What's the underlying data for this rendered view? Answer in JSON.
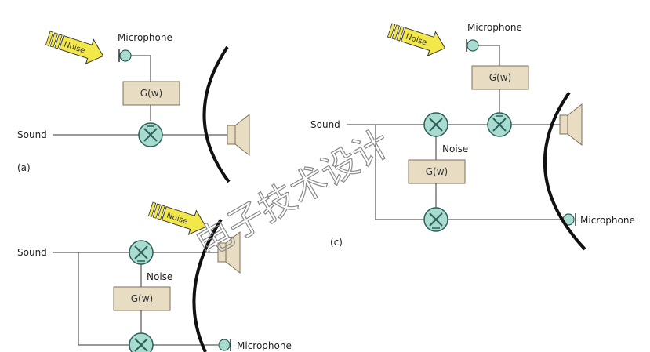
{
  "colors": {
    "block_fill": "#e8dcc2",
    "block_stroke": "#7b6f5a",
    "summer_fill": "#a8dcd0",
    "summer_stroke": "#2d5f5a",
    "mic_fill": "#a8dcd0",
    "speaker_fill": "#e8dcc2",
    "arrow_fill": "#f2e84a",
    "line": "#333333",
    "barrier": "#111111"
  },
  "diagram_a": {
    "panel_label": "(a)",
    "input_label": "Sound",
    "mic_label": "Microphone",
    "noise_label": "Noise",
    "filter_label": "G(w)"
  },
  "diagram_b": {
    "input_label": "Sound",
    "noise_label": "Noise",
    "node_noise_label": "Noise",
    "filter_label": "G(w)",
    "mic_label": "Microphone"
  },
  "diagram_c": {
    "panel_label": "(c)",
    "input_label": "Sound",
    "mic_top_label": "Microphone",
    "noise_label": "Noise",
    "node_noise_label": "Noise",
    "filter_label": "G(w)",
    "mic_right_label": "Microphone"
  },
  "watermark": "电子技术设计"
}
